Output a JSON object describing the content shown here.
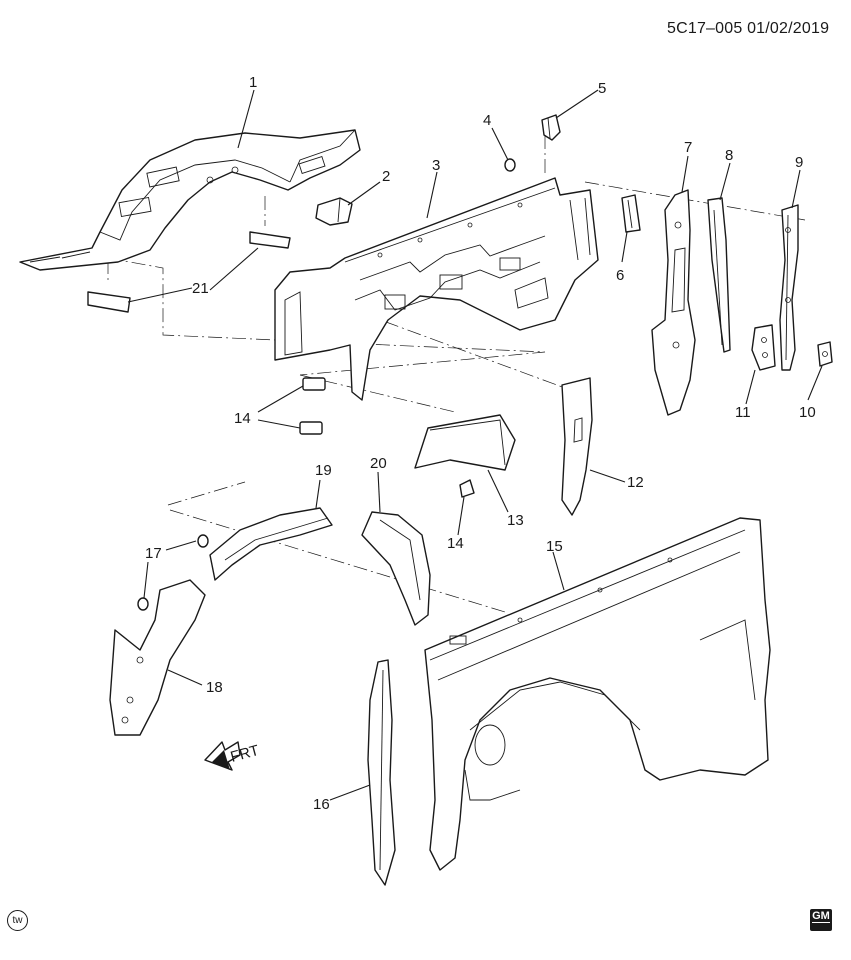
{
  "header": {
    "document_code": "5C17–005  01/02/2019"
  },
  "badges": {
    "tw": "tw",
    "gm": "GM"
  },
  "orientation": {
    "front_label": "FRT"
  },
  "callouts": [
    "1",
    "2",
    "3",
    "4",
    "5",
    "6",
    "7",
    "8",
    "9",
    "10",
    "11",
    "12",
    "13",
    "14",
    "14",
    "15",
    "16",
    "17",
    "18",
    "19",
    "20",
    "21"
  ]
}
